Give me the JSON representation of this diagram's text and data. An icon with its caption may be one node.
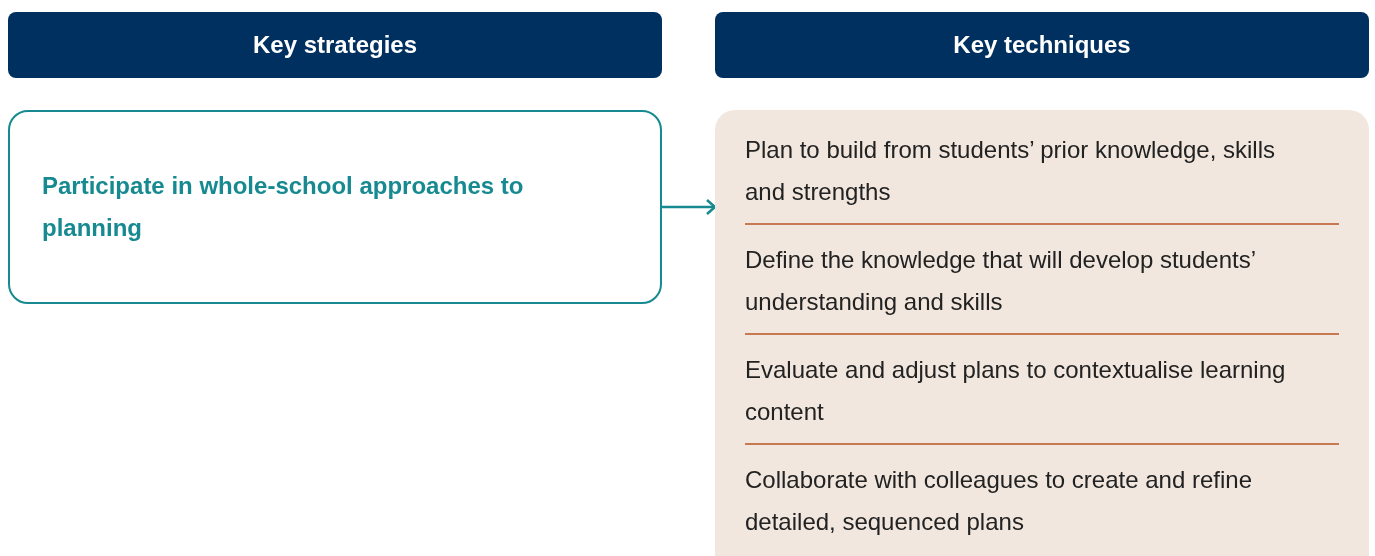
{
  "diagram": {
    "nodes": [
      {
        "text": [
          "Key strategies"
        ]
      },
      {
        "text": [
          "Key techniques"
        ]
      },
      {
        "text": [
          "Participate in whole-school approaches to planning"
        ]
      },
      {
        "text": [
          "Plan to build from students’ prior knowledge, skills and strengths",
          "Define the knowledge that will develop students’ understanding and skills",
          "Evaluate and adjust plans to contextualise learning content",
          "Collaborate with colleagues to create and refine detailed, sequenced plans"
        ]
      }
    ],
    "edges": [
      {
        "from": 2,
        "to": 3,
        "arrow": "to"
      }
    ]
  }
}
